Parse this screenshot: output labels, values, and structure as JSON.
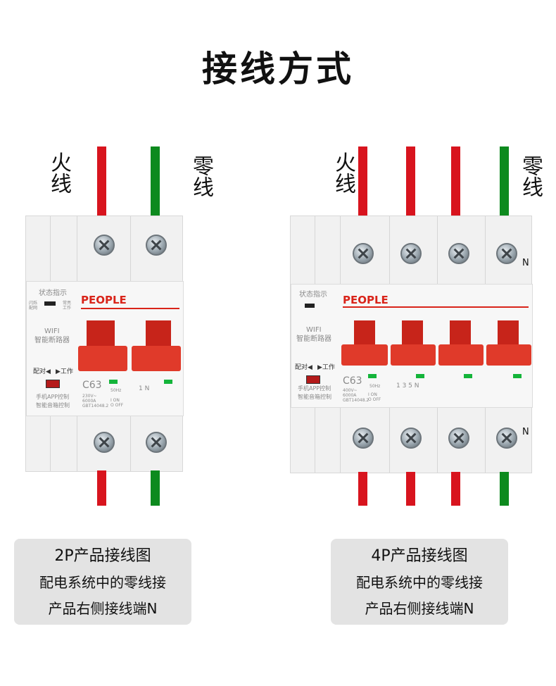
{
  "title": "接线方式",
  "labels": {
    "live": "火线",
    "neutral": "零线"
  },
  "breaker": {
    "brand": "PEOPLE",
    "status": "状态指示",
    "flash": "闪烁\n配网",
    "normal": "常亮\n工作",
    "wifi": "WIFI",
    "smart": "智能断路器",
    "pair": "配对◀",
    "work": "▶工作",
    "rating": "C63",
    "app": "手机APP控制",
    "voice": "智能音箱控制",
    "spec_2p": "230V~\n6000A\nGBT14048.2",
    "spec_4p": "400V~\n6000A\nGBT14048.2",
    "hz": "50Hz",
    "onoff": "I ON\nO OFF",
    "terminals_2p": "1  N",
    "terminals_4p": "1 3 5 N"
  },
  "neutral_mark": "N",
  "captions": {
    "two_pole": {
      "title": "2P产品接线图",
      "line1": "配电系统中的零线接",
      "line2": "产品右侧接线端N"
    },
    "four_pole": {
      "title": "4P产品接线图",
      "line1": "配电系统中的零线接",
      "line2": "产品右侧接线端N"
    }
  },
  "colors": {
    "live_wire": "#d8141e",
    "neutral_wire": "#0d8a1e",
    "lever": "#e03a2a",
    "brand": "#d9241a"
  }
}
